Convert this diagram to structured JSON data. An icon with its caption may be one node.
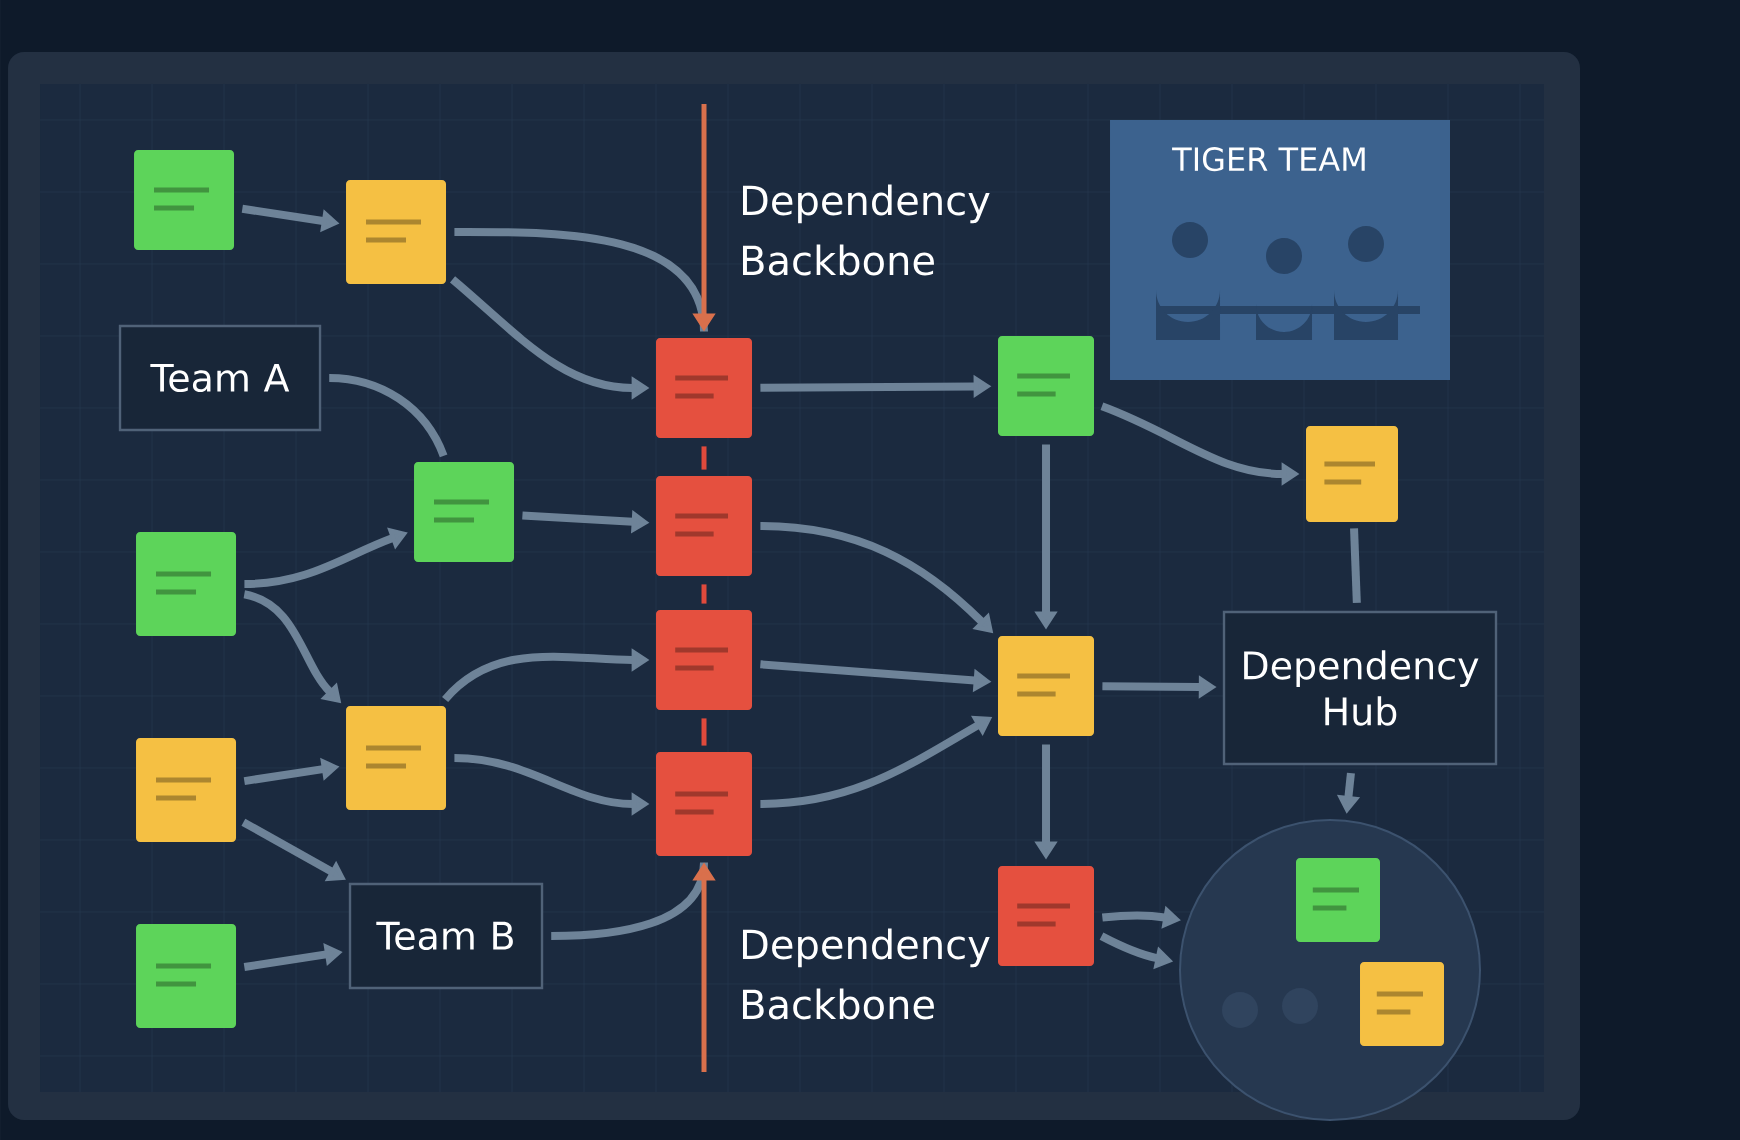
{
  "diagram": {
    "nodes": [
      {
        "text": [],
        "shape": "box"
      },
      {
        "text": [],
        "shape": "box"
      },
      {
        "text": [
          "Team A"
        ]
      },
      {
        "text": [],
        "shape": "box"
      },
      {
        "text": [],
        "shape": "box"
      },
      {
        "text": [],
        "shape": "box"
      },
      {
        "text": [],
        "shape": "box"
      },
      {
        "text": [
          "Team B"
        ]
      },
      {
        "text": [],
        "shape": "box"
      },
      {
        "text": [],
        "shape": "box"
      },
      {
        "text": [],
        "shape": "box"
      },
      {
        "text": [],
        "shape": "box"
      },
      {
        "text": [],
        "shape": "box"
      },
      {
        "text": [],
        "shape": "box"
      },
      {
        "text": [],
        "shape": "box"
      },
      {
        "text": [
          "TIGER TEAM"
        ]
      },
      {
        "text": [],
        "shape": "box"
      },
      {
        "text": [
          "Dependency Hub"
        ]
      },
      {
        "text": [],
        "shape": "box"
      },
      {
        "text": [],
        "shape": "circle"
      },
      {
        "text": [],
        "shape": "box",
        "in": 19
      },
      {
        "text": [],
        "shape": "box",
        "in": 19
      }
    ],
    "edges": [
      {
        "from": 0,
        "to": 1,
        "arrow": "to"
      },
      {
        "from": 1,
        "to": 9,
        "arrow": "to"
      },
      {
        "from": 1,
        "to": 9,
        "arrow": "none"
      },
      {
        "from": 2,
        "to": 3,
        "arrow": "none"
      },
      {
        "from": 3,
        "to": 10,
        "arrow": "to"
      },
      {
        "from": 4,
        "to": 3,
        "arrow": "to"
      },
      {
        "from": 4,
        "to": 5,
        "arrow": "to"
      },
      {
        "from": 5,
        "to": 11,
        "arrow": "to"
      },
      {
        "from": 6,
        "to": 5,
        "arrow": "to"
      },
      {
        "from": 5,
        "to": 12,
        "arrow": "to"
      },
      {
        "from": 6,
        "to": 7,
        "arrow": "to"
      },
      {
        "from": 8,
        "to": 7,
        "arrow": "to"
      },
      {
        "from": 7,
        "to": 12,
        "arrow": "none"
      },
      {
        "from": 9,
        "to": 10,
        "arrow": "none",
        "color": "#e04a3c"
      },
      {
        "from": 10,
        "to": 11,
        "arrow": "none",
        "color": "#e04a3c"
      },
      {
        "from": 11,
        "to": 12,
        "arrow": "none",
        "color": "#e04a3c"
      },
      {
        "from": null,
        "to": 9,
        "arrow": "to",
        "color": "#d9704c"
      },
      {
        "from": null,
        "to": 12,
        "arrow": "to",
        "color": "#d9704c"
      },
      {
        "from": 9,
        "to": 13,
        "arrow": "to"
      },
      {
        "from": 10,
        "to": 16,
        "arrow": "to"
      },
      {
        "from": 11,
        "to": 16,
        "arrow": "to"
      },
      {
        "from": 12,
        "to": 16,
        "arrow": "to"
      },
      {
        "from": 13,
        "to": 16,
        "arrow": "to"
      },
      {
        "from": 13,
        "to": 14,
        "arrow": "to"
      },
      {
        "from": 16,
        "to": 17,
        "arrow": "to"
      },
      {
        "from": 16,
        "to": 18,
        "arrow": "to"
      },
      {
        "from": 17,
        "to": 14,
        "arrow": "none"
      },
      {
        "from": 17,
        "to": 19,
        "arrow": "to"
      },
      {
        "from": 18,
        "to": 19,
        "arrow": "to"
      },
      {
        "from": 18,
        "to": 19,
        "arrow": "to"
      }
    ],
    "labels": [
      "Dependency Backbone",
      "Dependency Backbone"
    ]
  }
}
